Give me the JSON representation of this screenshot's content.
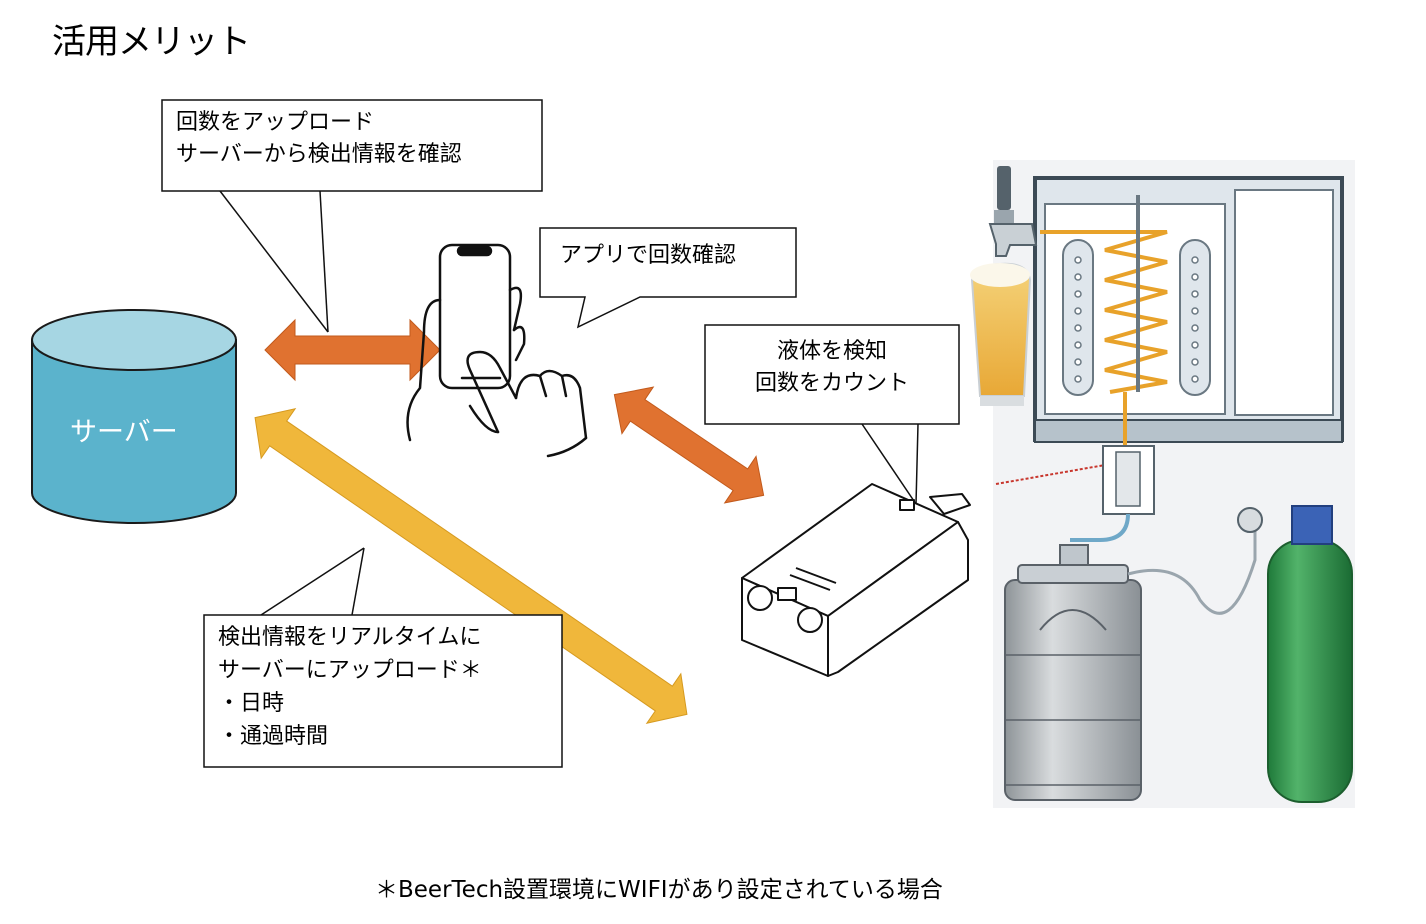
{
  "title": "活用メリット",
  "server": {
    "label": "サーバー"
  },
  "callouts": {
    "upload_count": [
      "回数をアップロード",
      "サーバーから検出情報を確認"
    ],
    "app_check": [
      "アプリで回数確認"
    ],
    "detect": [
      "液体を検知",
      "回数をカウント"
    ],
    "realtime": [
      "検出情報をリアルタイムに",
      "サーバーにアップロード＊",
      "・日時",
      "・通過時間"
    ]
  },
  "footnote": "＊BeerTech設置環境にWIFIがあり設定されている場合",
  "colors": {
    "server": "#5bb3cc",
    "server_top": "#a6d6e3",
    "arrow_orange": "#e07230",
    "arrow_yellow": "#f0b73b"
  },
  "icons": [
    "database-cylinder",
    "smartphone-hand",
    "sensor-device",
    "beer-server-illustration"
  ]
}
